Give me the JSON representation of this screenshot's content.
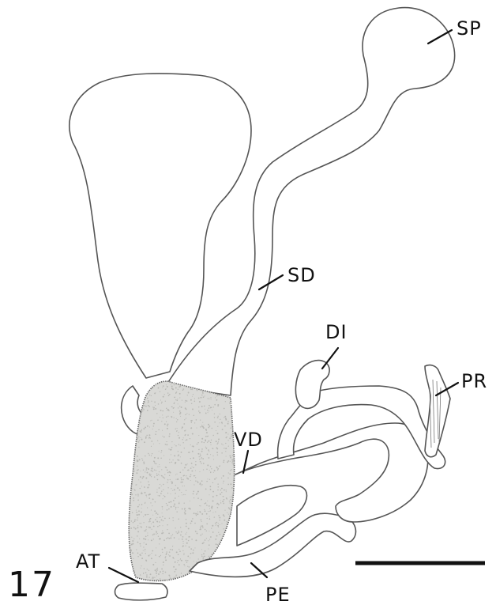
{
  "figure_number": "17",
  "labels": {
    "sp": "SP",
    "sd": "SD",
    "di": "DI",
    "pr": "PR",
    "vd": "VD",
    "at": "AT",
    "pe": "PE"
  },
  "colors": {
    "outline": "#555555",
    "shaded_organ": "#d9d9d6",
    "ink": "#111111",
    "background": "#ffffff"
  }
}
